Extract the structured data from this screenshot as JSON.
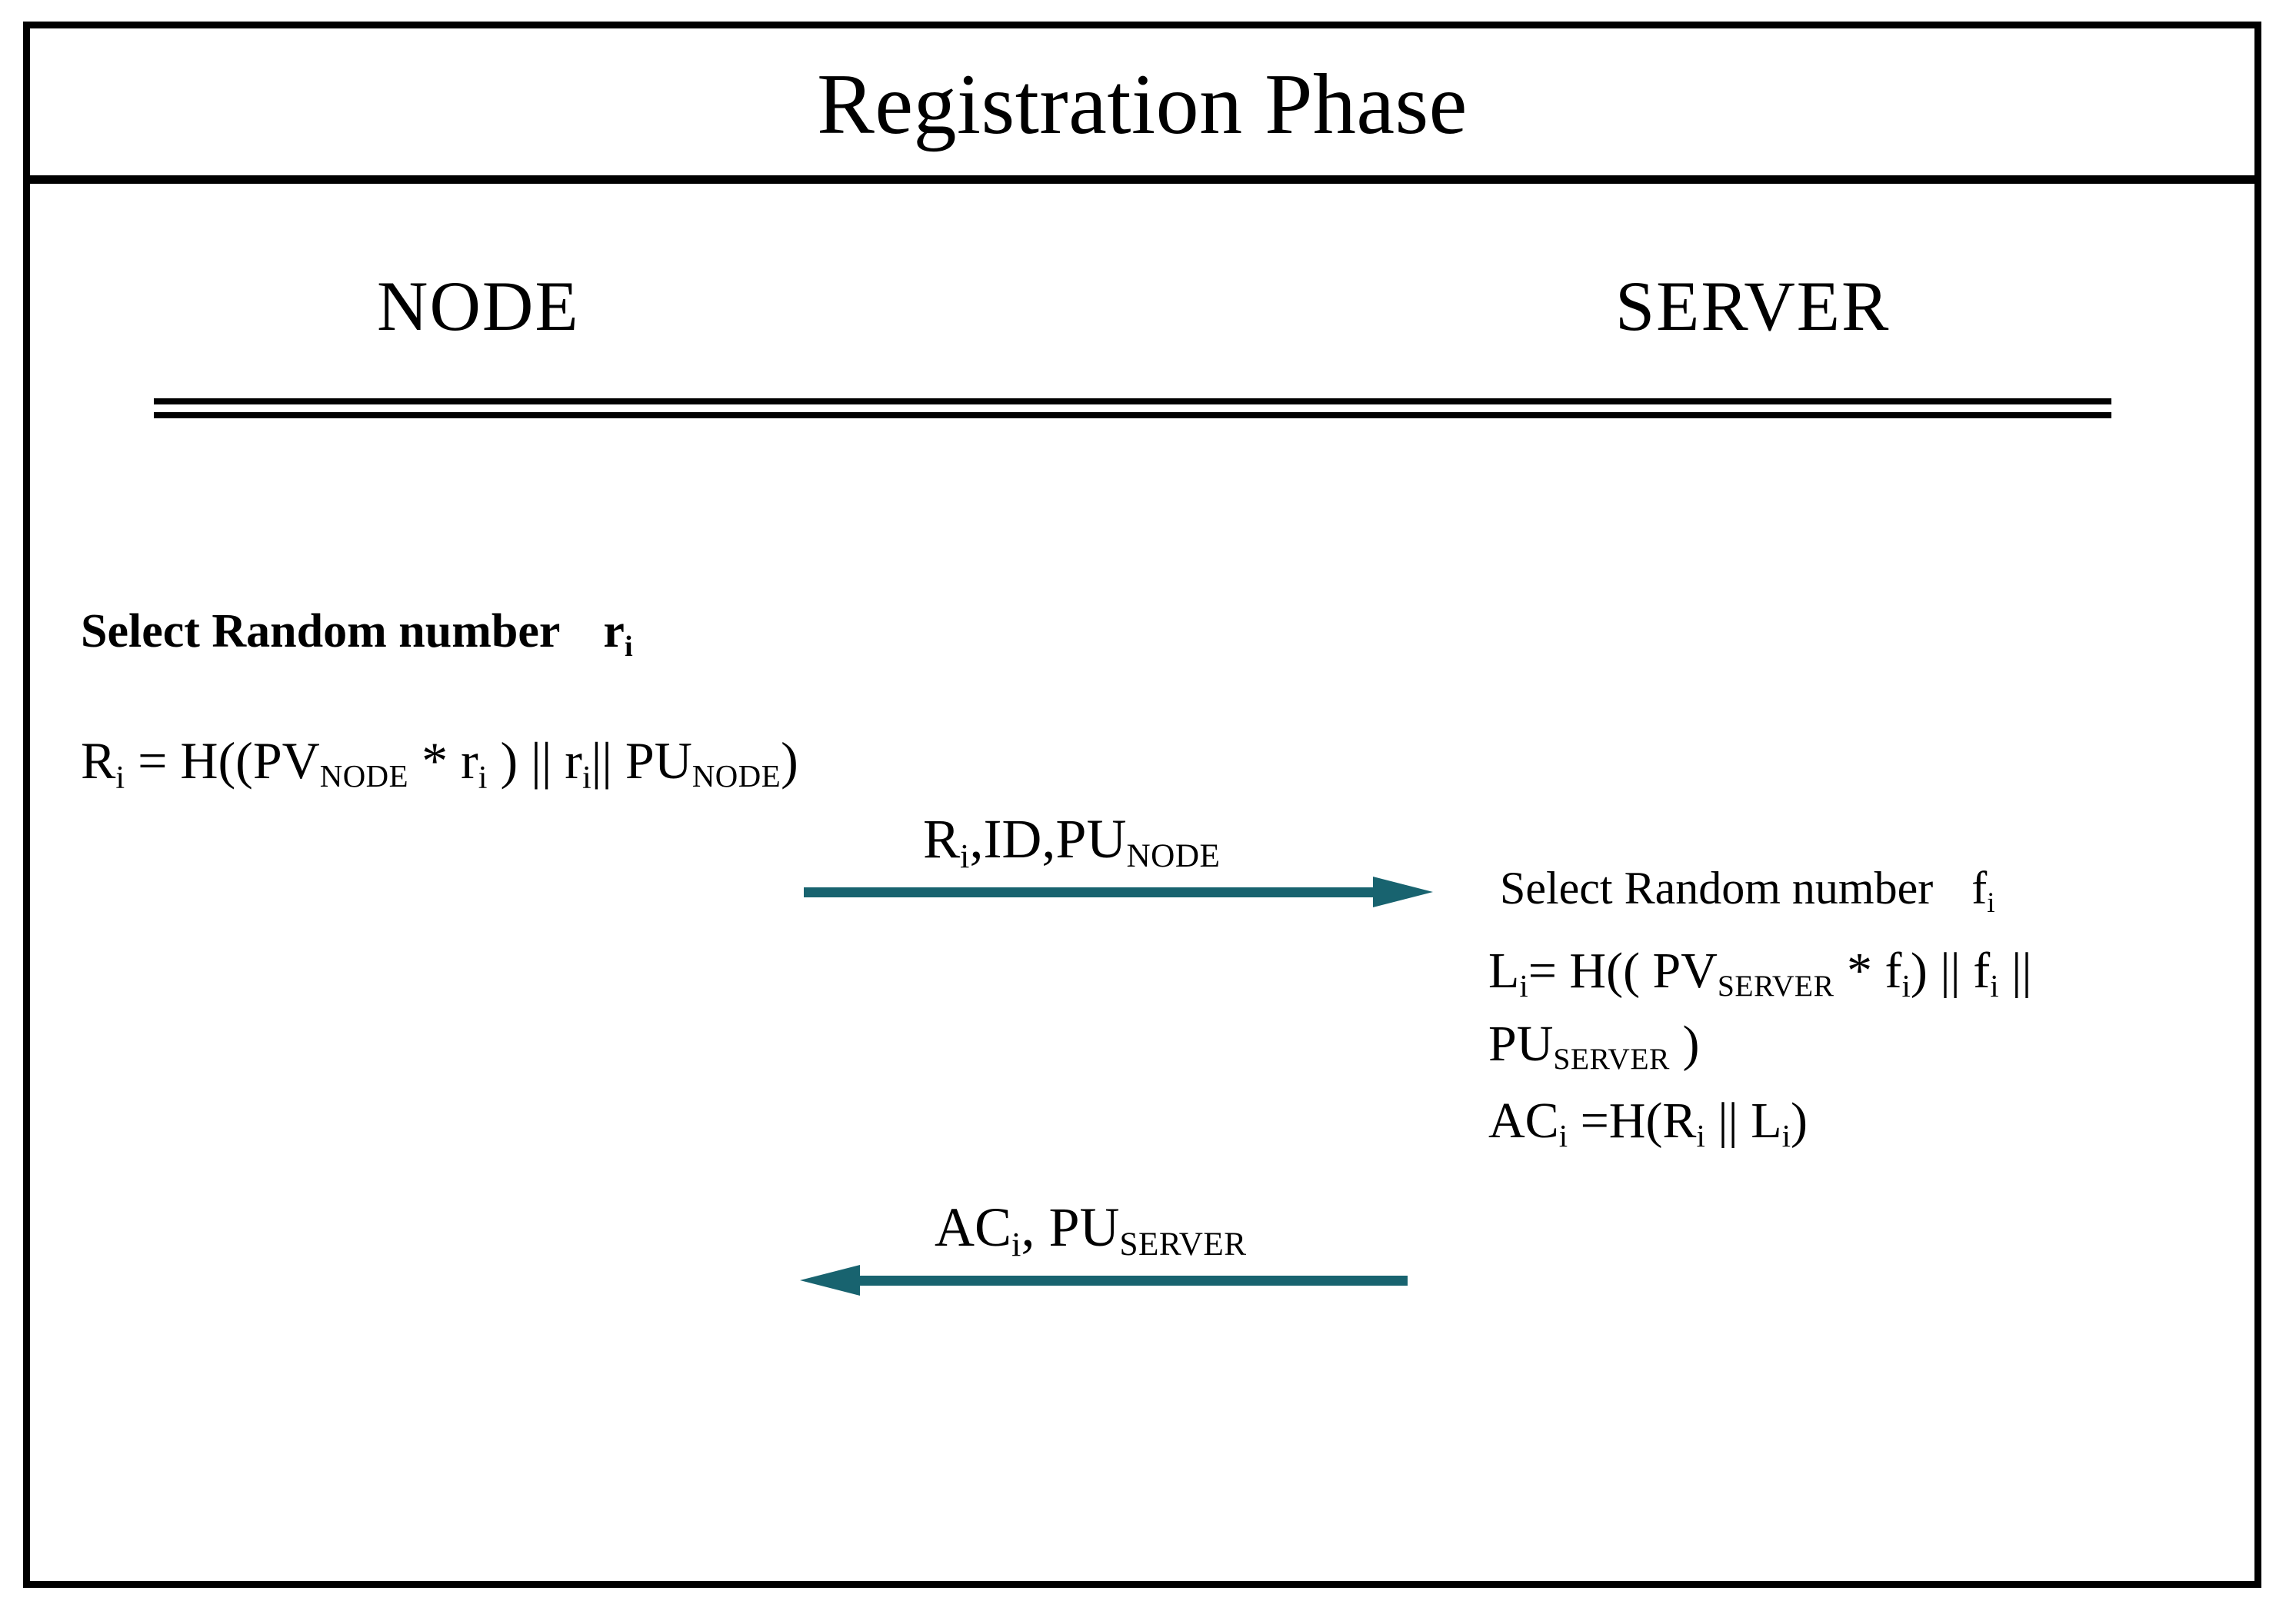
{
  "diagram": {
    "title": "Registration Phase",
    "columns": {
      "left": "NODE",
      "right": "SERVER"
    },
    "colors": {
      "arrow": "#18636F",
      "frame": "#000000",
      "text": "#000000",
      "background": "#FFFFFF"
    },
    "node_side": {
      "select_random_label": "Select Random number",
      "select_random_value": "r",
      "select_random_value_sub": "i",
      "equation": {
        "lhs": "R",
        "lhs_sub": "i",
        "full_text": "R_i = H((PV_NODE * r_i ) || r_i|| PU_NODE)",
        "parts": {
          "eq": " = H((PV",
          "pv_sub": "NODE",
          "mul": " * r",
          "r_sub": "i",
          "mid": " ) || r",
          "r2_sub": "i",
          "concat": "|| PU",
          "pu_sub": "NODE",
          "close": ")"
        }
      }
    },
    "server_side": {
      "select_random_label": "Select Random number",
      "select_random_value": "f",
      "select_random_value_sub": "i",
      "equation_L": {
        "full_text": "L_i= H(( PV_SERVER * f_i) || f_i || PU_SERVER )",
        "line1": {
          "lhs": "L",
          "lhs_sub": "i",
          "eq": "= H(( PV",
          "pv_sub": "SERVER",
          "mul": " * f",
          "f_sub": "i",
          "close_paren": ") || f",
          "f2_sub": "i",
          "tail": " ||"
        },
        "line2": {
          "pu": "PU",
          "pu_sub": "SERVER",
          "close": " )"
        }
      },
      "equation_AC": {
        "full_text": "AC_i =H(R_i || L_i)",
        "lhs": "AC",
        "lhs_sub": "i",
        "eq": " =H(R",
        "r_sub": "i",
        "mid": " || L",
        "l_sub": "i",
        "close": ")"
      }
    },
    "messages": [
      {
        "direction": "right",
        "label_full": "R_i,ID,PU_NODE",
        "label_parts": {
          "r": "R",
          "r_sub": "i",
          "mid": ",ID,PU",
          "pu_sub": "NODE"
        }
      },
      {
        "direction": "left",
        "label_full": "AC_i, PU_SERVER",
        "label_parts": {
          "ac": "AC",
          "ac_sub": "i",
          "mid": ", PU",
          "pu_sub": "SERVER"
        }
      }
    ]
  }
}
